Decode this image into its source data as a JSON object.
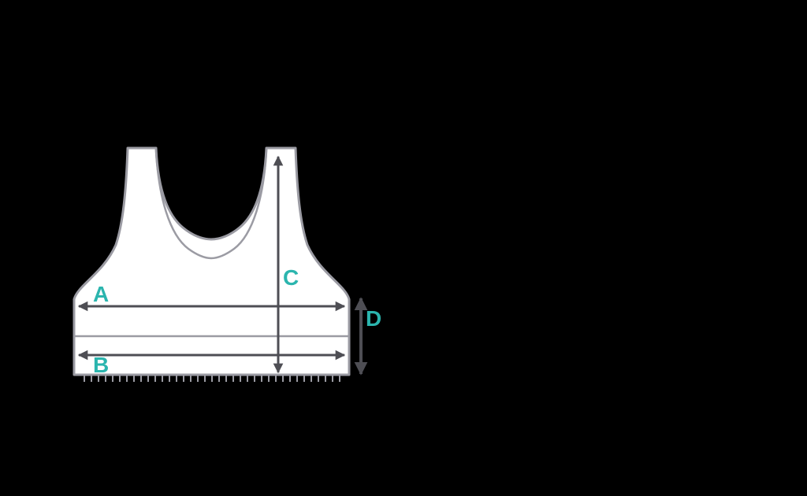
{
  "diagram": {
    "illustration": "racerback-sports-bra-front-view",
    "measurement_labels": {
      "a": "A",
      "b": "B",
      "c": "C",
      "d": "D"
    },
    "colors": {
      "background": "#000000",
      "garment_fill": "#FFFFFF",
      "garment_outline": "#9B9BA3",
      "measurement_arrow": "#4E4E54",
      "label_accent": "#2BB5AE"
    }
  }
}
